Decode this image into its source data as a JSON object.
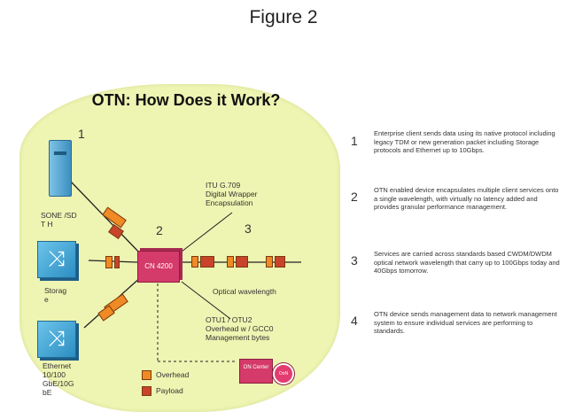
{
  "figure_title": "Figure 2",
  "diagram": {
    "title": "OTN: How Does it Work?",
    "numbers": [
      "1",
      "2",
      "3"
    ],
    "device_label": "CN 4200",
    "clients": [
      {
        "name": "sonet-server",
        "label_lines": [
          "SONE /SD",
          "T      H"
        ],
        "icon": "server-icon"
      },
      {
        "name": "storage-switch",
        "label_lines": [
          "Storag",
          "e"
        ],
        "icon": "switch-icon"
      },
      {
        "name": "ethernet-switch",
        "label_lines": [
          "Ethernet",
          "10/100",
          "GbE/10G",
          "bE"
        ],
        "icon": "switch-icon"
      }
    ],
    "itu_label_lines": [
      "ITU G.709",
      "Digital Wrapper",
      "Encapsulation"
    ],
    "optical_label": "Optical wavelength",
    "otu_label_lines": [
      "OTU1 / OTU2",
      "Overhead w / GCC0",
      "Management bytes"
    ],
    "legend": [
      {
        "label": "Overhead",
        "color": "#f08a24"
      },
      {
        "label": "Payload",
        "color": "#c8442a"
      }
    ],
    "mgmt_box_label": "ON Center",
    "mgmt_round_label": "OoN"
  },
  "steps": [
    {
      "num": "1",
      "text": "Enterprise client sends data using its native protocol including legacy TDM or new generation packet including Storage protocols and Ethernet up to 10Gbps."
    },
    {
      "num": "2",
      "text": "OTN enabled device encapsulates multiple client services onto a single wavelength, with virtually no latency added and provides granular performance management."
    },
    {
      "num": "3",
      "text": "Services are carried across standards based CWDM/DWDM optical network wavelength that carry up to 100Gbps today and 40Gbps tomorrow."
    },
    {
      "num": "4",
      "text": "OTN device sends management data to network management system to ensure individual services are performing to standards."
    }
  ],
  "colors": {
    "background_blob": "#eef4b2",
    "device": "#d43a6a",
    "client": "#3c8fc0",
    "overhead": "#f08a24",
    "payload": "#c8442a"
  }
}
